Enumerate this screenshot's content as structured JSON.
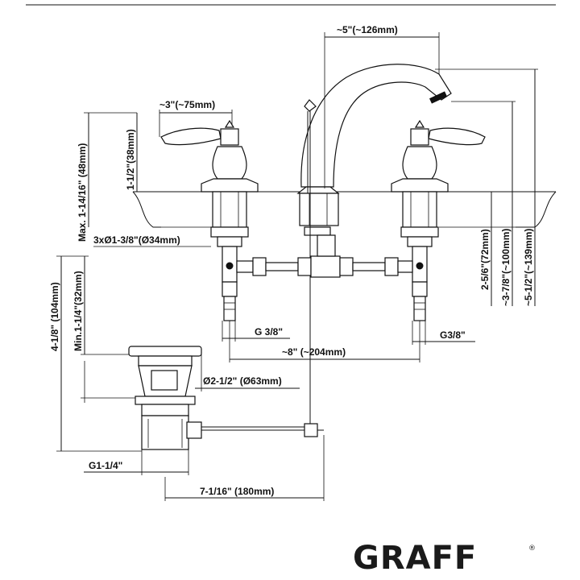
{
  "dimensions": {
    "spout_reach": "~5\"(~126mm)",
    "handle_length": "~3\"(~75mm)",
    "handle_height": "1-1/2\"(38mm)",
    "max_deck": "Max. 1-14/16\" (48mm)",
    "mount_hole": "3xØ1-3/8\"(Ø34mm)",
    "min_deck": "Min.1-1/4\"(32mm)",
    "drain_height": "4-1/8\" (104mm)",
    "left_connection": "G 3/8\"",
    "right_connection": "G3/8\"",
    "spread": "~8\" (~204mm)",
    "drain_diameter": "Ø2-1/2\" (Ø63mm)",
    "drain_thread": "G1-1/4\"",
    "drain_rod": "7-1/16\" (180mm)",
    "spout_outlet_height": "2-5/6\"(72mm)",
    "handle_total_height": "~3-7/8\"(~100mm)",
    "spout_total_height": "~5-1/2\"(~139mm)"
  },
  "brand": {
    "logo": "GRAFF",
    "registered_mark": "®"
  }
}
